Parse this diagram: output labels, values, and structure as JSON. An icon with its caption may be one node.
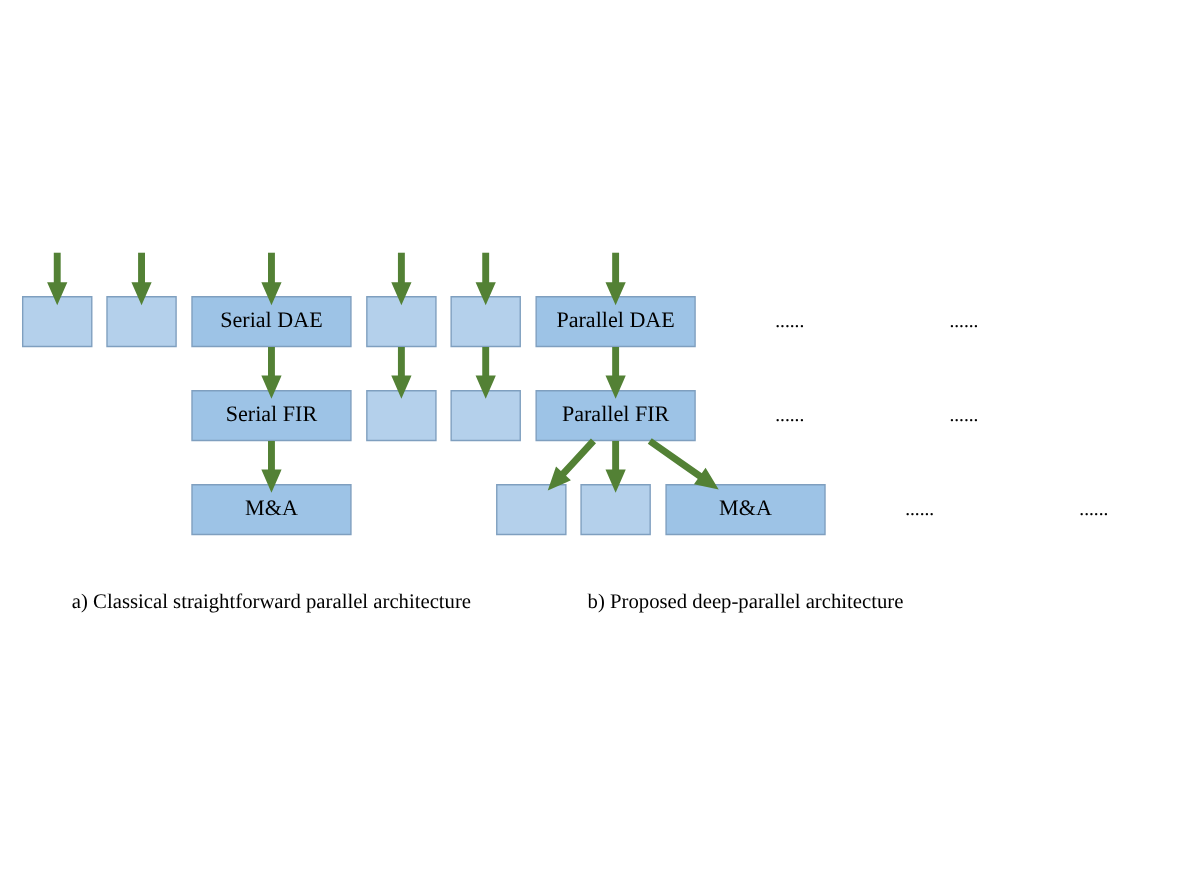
{
  "diagram": {
    "nodes": [
      {
        "text": [],
        "shape": "box"
      },
      {
        "text": [],
        "shape": "box"
      },
      {
        "text": [
          "Serial DAE"
        ]
      },
      {
        "text": [
          "Serial FIR"
        ]
      },
      {
        "text": [
          "M&A"
        ]
      },
      {
        "text": [],
        "shape": "box"
      },
      {
        "text": [],
        "shape": "box"
      },
      {
        "text": [
          "Parallel DAE"
        ]
      },
      {
        "text": [],
        "shape": "box"
      },
      {
        "text": [],
        "shape": "box"
      },
      {
        "text": [
          "Parallel FIR"
        ]
      },
      {
        "text": [],
        "shape": "box"
      },
      {
        "text": [],
        "shape": "box"
      },
      {
        "text": [
          "M&A"
        ]
      }
    ],
    "edges": [
      {
        "from": null,
        "to": 0,
        "arrow": "to"
      },
      {
        "from": null,
        "to": 1,
        "arrow": "to"
      },
      {
        "from": null,
        "to": 2,
        "arrow": "to"
      },
      {
        "from": 2,
        "to": 3,
        "arrow": "to"
      },
      {
        "from": 3,
        "to": 4,
        "arrow": "to"
      },
      {
        "from": null,
        "to": 5,
        "arrow": "to"
      },
      {
        "from": null,
        "to": 6,
        "arrow": "to"
      },
      {
        "from": null,
        "to": 7,
        "arrow": "to"
      },
      {
        "from": 7,
        "to": 10,
        "arrow": "to"
      },
      {
        "from": 6,
        "to": 9,
        "arrow": "to"
      },
      {
        "from": 5,
        "to": 8,
        "arrow": "to"
      },
      {
        "from": 10,
        "to": 13,
        "arrow": "to"
      },
      {
        "from": 10,
        "to": 12,
        "arrow": "to"
      },
      {
        "from": 10,
        "to": 11,
        "arrow": "to"
      }
    ],
    "labels": [
      "......",
      "......",
      "......",
      "......",
      "......",
      "......",
      "a) Classical straightforward parallel architecture",
      "b) Proposed deep-parallel architecture"
    ]
  }
}
